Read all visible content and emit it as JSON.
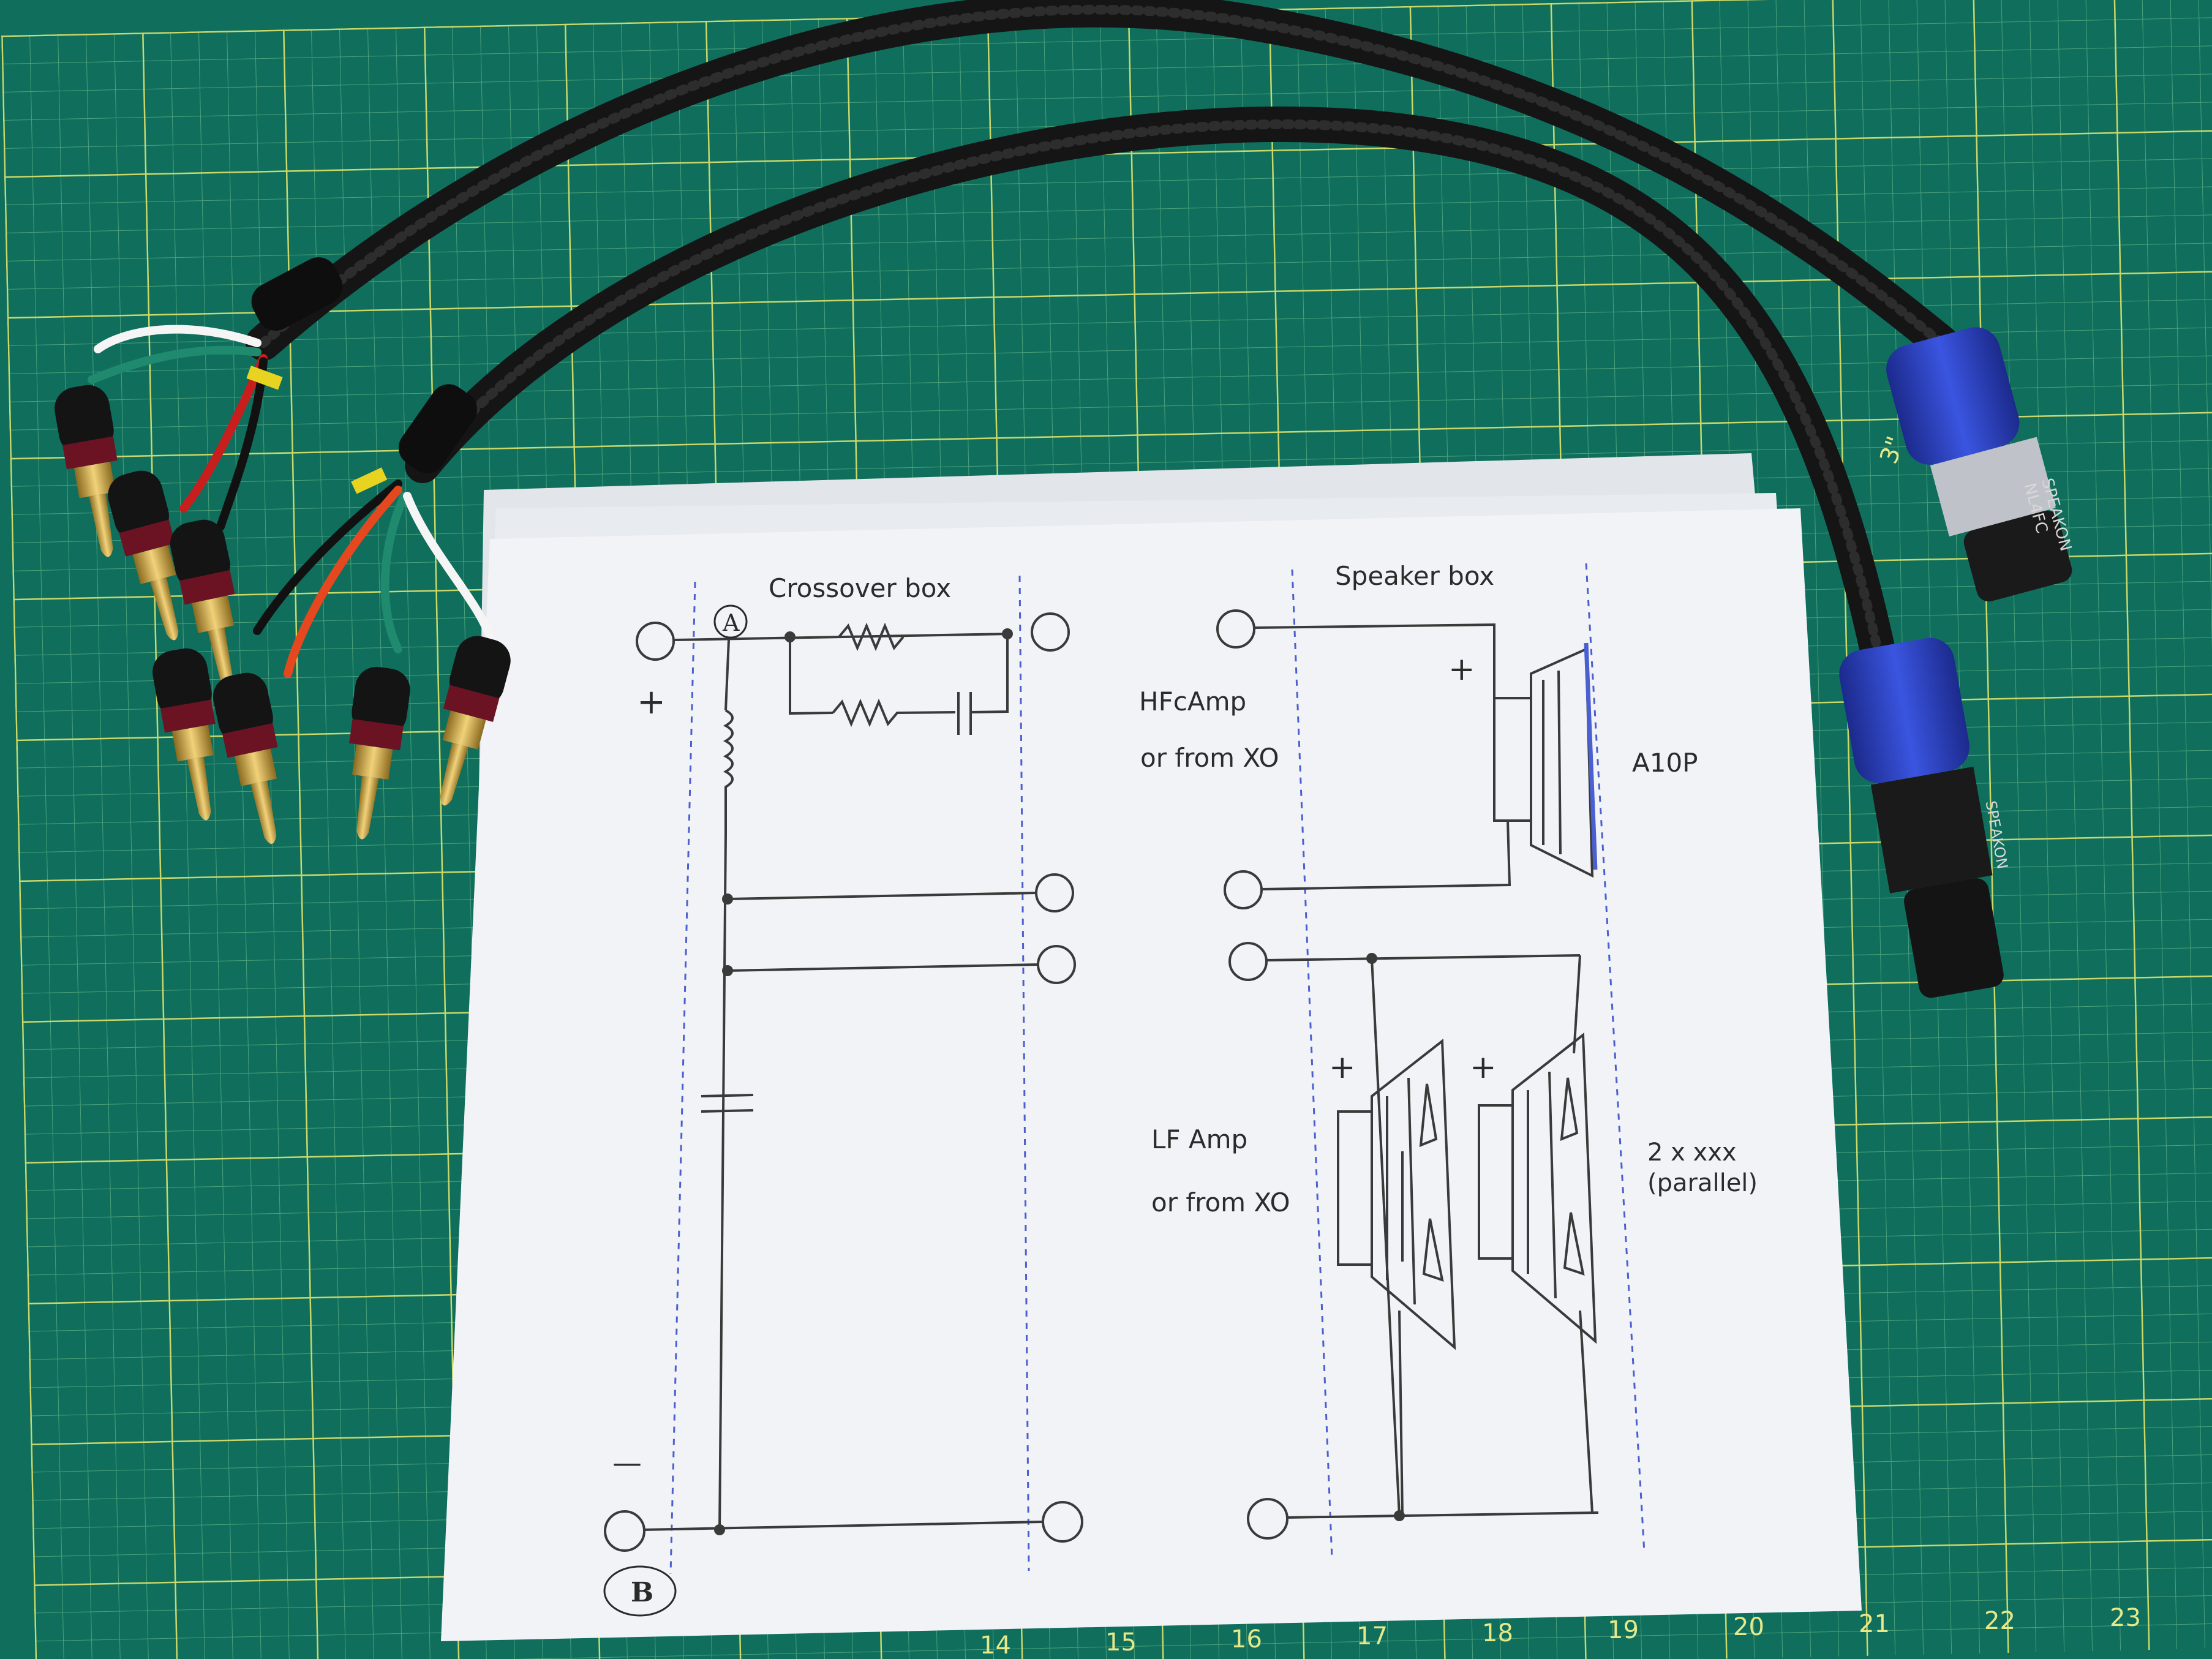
{
  "diagram": {
    "crossover_label": "Crossover box",
    "speaker_label": "Speaker box",
    "plus": "+",
    "minus": "—",
    "node_a": "A",
    "node_b": "B",
    "hf_line1": "HFcAmp",
    "hf_line2": "or from XO",
    "hf_driver": "A10P",
    "lf_line1": "LF Amp",
    "lf_line2": "or from XO",
    "lf_driver_line1": "2 x xxx",
    "lf_driver_line2": "(parallel)"
  },
  "connector": {
    "brand": "SPEAKON",
    "model": "NL4FC"
  },
  "ruler": {
    "corner_mark": "3\"",
    "numbers": [
      "14",
      "15",
      "16",
      "17",
      "18",
      "19",
      "20",
      "21",
      "22",
      "23"
    ]
  },
  "colors": {
    "mat": "#0f6e5c",
    "grid": "#c9d86a",
    "paper": "#f1f3f6",
    "cable": "#151515",
    "connector_blue": "#2b3fc4",
    "gold": "#c9a23c"
  }
}
